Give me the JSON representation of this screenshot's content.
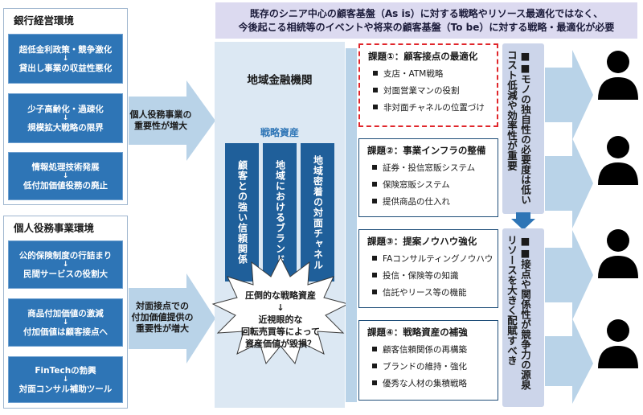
{
  "banner": {
    "line1": "既存のシニア中心の顧客基盤（As is）に対する戦略やリソース最適化ではなく、",
    "line2": "今後起こる相続等のイベントや将来の顧客基盤（To be）に対する戦略・最適化が必要"
  },
  "bank_env": {
    "title": "銀行経営環境",
    "boxes": [
      {
        "top": "超低金利政策・競争激化",
        "bottom": "貸出し事業の収益性悪化"
      },
      {
        "top": "少子高齢化・過疎化",
        "bottom": "規模拡大戦略の限界"
      },
      {
        "top": "情報処理技術発展",
        "bottom": "低付加価値役務の廃止"
      }
    ]
  },
  "personal_env": {
    "title": "個人役務事業環境",
    "boxes": [
      {
        "top": "公的保険制度の行詰まり",
        "bottom": "民間サービスの役割大"
      },
      {
        "top": "商品付加価値の激減",
        "bottom": "付加価値は顧客接点へ"
      },
      {
        "top": "FinTechの勃興",
        "bottom": "対面コンサル補助ツール"
      }
    ]
  },
  "arrow_labels": {
    "upper": [
      "個人役務事業の",
      "重要性が増大"
    ],
    "lower": [
      "対面接点での",
      "付加価値提供の",
      "重要性が増大"
    ]
  },
  "center": {
    "title": "地域金融機関",
    "strategy_label": "戦略資産",
    "columns": [
      "顧客との強い信頼関係",
      "地域におけるブランド",
      "地域密着の対面チャネル"
    ],
    "burst": {
      "line1": "圧倒的な戦略資産",
      "arrow": "↓",
      "line2": "近視眼的な",
      "line3": "回転売買等によって",
      "line4": "資産価値が毀損？"
    }
  },
  "issues": [
    {
      "title": "課題①：顧客接点の最適化",
      "items": [
        "支店・ATM戦略",
        "対面営業マンの役割",
        "非対面チャネルの位置づけ"
      ],
      "highlight": true
    },
    {
      "title": "課題②：事業インフラの整備",
      "items": [
        "証券・投信窓販システム",
        "保険窓販システム",
        "提供商品の仕入れ"
      ],
      "highlight": false
    },
    {
      "title": "課題③：提案ノウハウ強化",
      "items": [
        "FAコンサルティングノウハウ",
        "投信・保険等の知識",
        "信託やリース等の機能"
      ],
      "highlight": false
    },
    {
      "title": "課題④：戦略資産の補強",
      "items": [
        "顧客信頼関係の再構築",
        "ブランドの維持・強化",
        "優秀な人材の集積戦略"
      ],
      "highlight": false
    }
  ],
  "right_columns": {
    "upper": {
      "bullet": "■■",
      "lines": [
        "モノの独自性の必要度は低い",
        "コスト低減や効率性が重要"
      ]
    },
    "lower": {
      "bullet": "■■",
      "lines": [
        "接点や関係性が競争力の源泉",
        "リソースを大きく配賦すべき"
      ]
    }
  },
  "colors": {
    "box_blue": "#2e75b6",
    "dark_blue": "#1f5f9a",
    "arrow_blue": "#b9d3e8",
    "highlight_red": "#e0262b",
    "banner_bg": "#dcdaf0"
  }
}
